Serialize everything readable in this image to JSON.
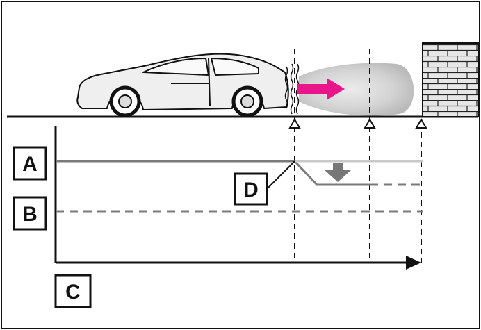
{
  "labels": {
    "a": "A",
    "b": "B",
    "c": "C",
    "d": "D"
  },
  "colors": {
    "outline": "#111111",
    "line_gray": "#7a7a7a",
    "light_gray": "#c8c8c8",
    "dark_gray": "#777777",
    "arrow_magenta": "#e8168a",
    "car_fill": "#efefef",
    "wall_fill": "#e6e6e6"
  },
  "icons": {
    "vehicle": "car-side-icon",
    "wall": "brick-wall-icon",
    "beam": "headlight-beam-icon",
    "sensor": "triangle-marker-icon",
    "reduction": "down-arrow-icon"
  }
}
